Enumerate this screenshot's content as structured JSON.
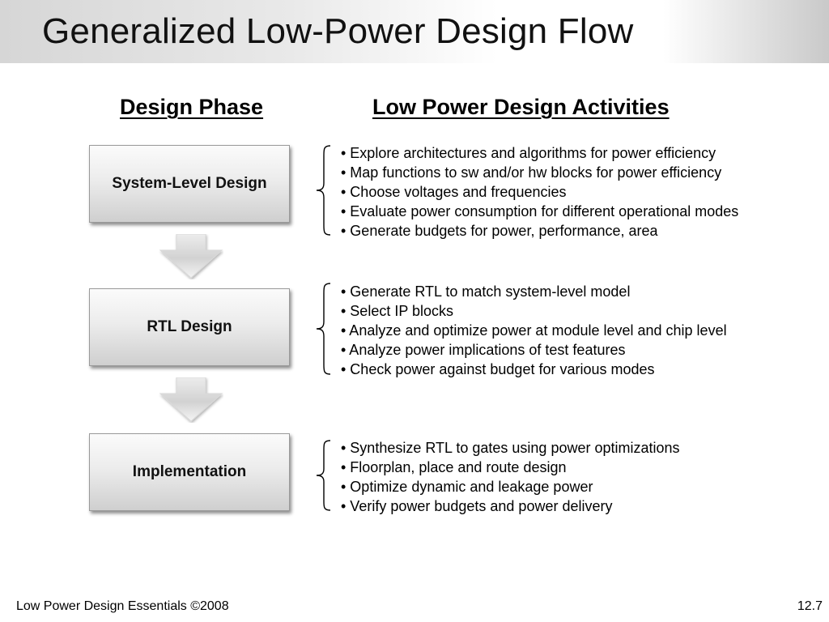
{
  "slide": {
    "title": "Generalized Low-Power Design Flow"
  },
  "headers": {
    "phase": "Design Phase",
    "activities": "Low Power Design Activities"
  },
  "phases": [
    {
      "label": "System-Level Design",
      "activities": [
        "• Explore architectures and algorithms for power efficiency",
        "• Map functions to sw and/or hw blocks for power efficiency",
        "• Choose voltages and frequencies",
        "• Evaluate power consumption for different operational modes",
        "• Generate budgets for power, performance, area"
      ]
    },
    {
      "label": "RTL Design",
      "activities": [
        "• Generate RTL to match system-level model",
        "• Select IP blocks",
        "• Analyze and optimize power at module level and chip level",
        "• Analyze power implications of test features",
        "• Check power against budget for various modes"
      ]
    },
    {
      "label": "Implementation",
      "activities": [
        "• Synthesize RTL to gates using power optimizations",
        "• Floorplan, place and route design",
        "• Optimize dynamic and leakage power",
        "• Verify power budgets and power delivery"
      ]
    }
  ],
  "footer": {
    "left": "Low Power Design Essentials ©2008",
    "right": "12.7"
  },
  "colors": {
    "box_top": "#fbfbfb",
    "box_bottom": "#cfcfcf",
    "arrow_light": "#ffffff",
    "arrow_dark": "#c8c8c8"
  }
}
